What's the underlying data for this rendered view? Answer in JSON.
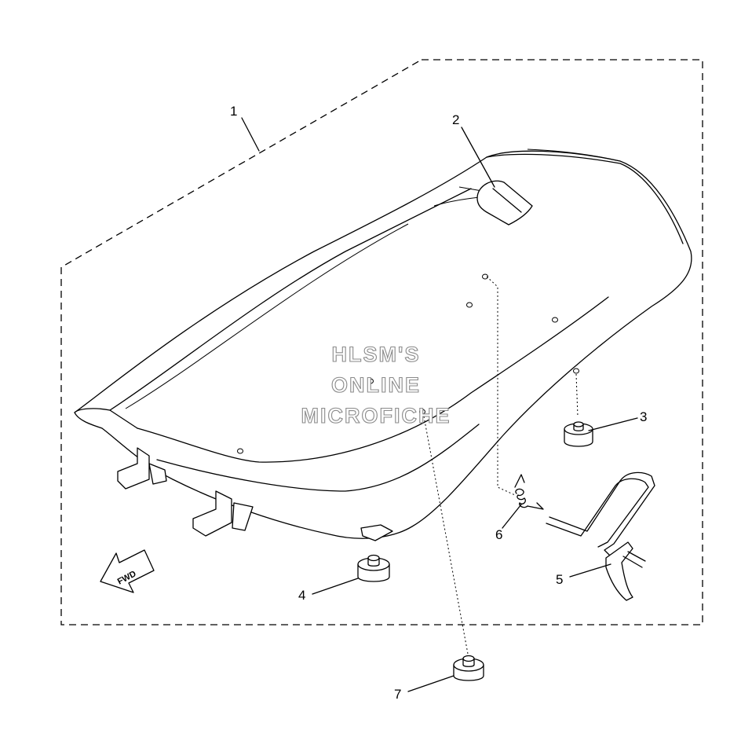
{
  "watermark": {
    "line1": "HLSM'S",
    "line2": "ONLINE",
    "line3": "MICROFICHE"
  },
  "direction_arrow": {
    "label": "FWD"
  },
  "callouts": [
    "1",
    "2",
    "3",
    "4",
    "5",
    "6",
    "7"
  ],
  "colors": {
    "line": "#000000",
    "background": "#ffffff",
    "watermark_outline": "#8a8a8a"
  }
}
